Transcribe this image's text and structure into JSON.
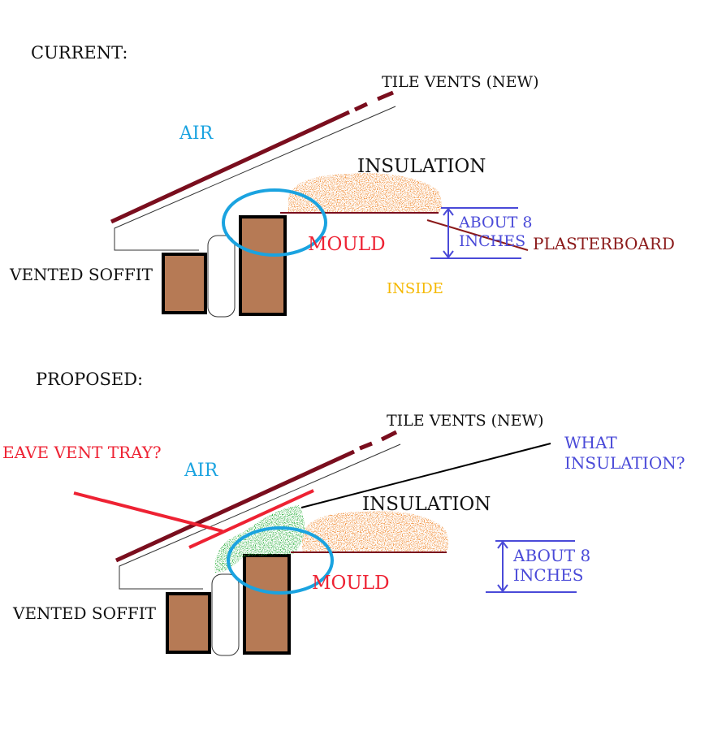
{
  "current": {
    "title": "CURRENT:",
    "tile_vents": "TILE VENTS (NEW)",
    "air": "AIR",
    "insulation": "INSULATION",
    "mould": "MOULD",
    "about": "ABOUT 8",
    "inches": "INCHES",
    "plasterboard": "PLASTERBOARD",
    "vented_soffit": "VENTED SOFFIT",
    "inside": "INSIDE"
  },
  "proposed": {
    "title": "PROPOSED:",
    "tile_vents": "TILE VENTS (NEW)",
    "eave_vent_tray": "EAVE VENT TRAY?",
    "air": "AIR",
    "what": "WHAT",
    "what_insulation": "INSULATION?",
    "insulation": "INSULATION",
    "mould": "MOULD",
    "about": "ABOUT 8",
    "inches": "INCHES",
    "vented_soffit": "VENTED SOFFIT"
  },
  "colors": {
    "roof": "#7a0e1e",
    "brick": "#b67a55",
    "circle": "#1aa3e0",
    "insulation": "#f08a30",
    "green_insulation": "#2fb040",
    "tray": "#ee2233",
    "dimension": "#4a4ad8"
  }
}
